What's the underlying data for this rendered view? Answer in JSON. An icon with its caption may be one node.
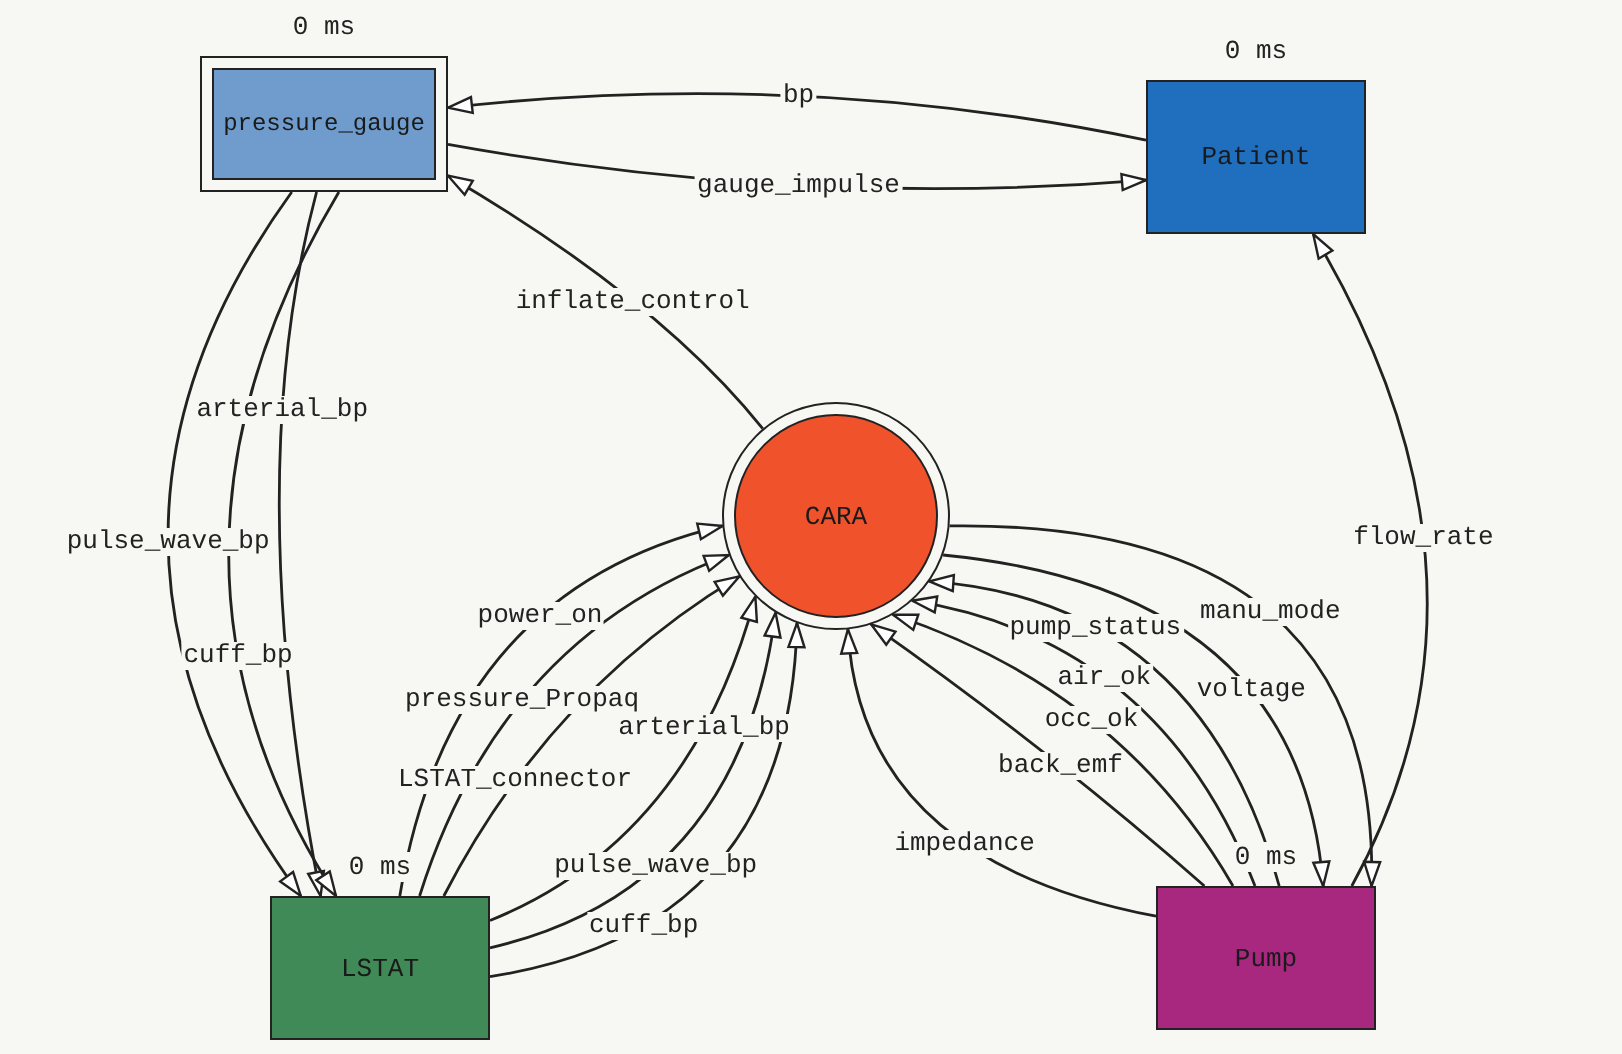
{
  "diagram": {
    "nodes": [
      {
        "text": [
          "pressure_gauge"
        ],
        "beside": [
          "0 ms"
        ]
      },
      {
        "text": [
          "Patient"
        ],
        "beside": [
          "0 ms"
        ]
      },
      {
        "text": [
          "CARA"
        ]
      },
      {
        "text": [
          "LSTAT"
        ],
        "beside": [
          "0 ms"
        ]
      },
      {
        "text": [
          "Pump"
        ],
        "beside": [
          "0 ms"
        ]
      }
    ],
    "edges": [
      {
        "from": 1,
        "to": 0,
        "arrow": "to",
        "label": "bp"
      },
      {
        "from": 0,
        "to": 1,
        "arrow": "to",
        "label": "gauge_impulse"
      },
      {
        "from": 2,
        "to": 0,
        "arrow": "to",
        "label": "inflate_control"
      },
      {
        "from": 4,
        "to": 1,
        "arrow": "to",
        "label": "flow_rate"
      },
      {
        "from": 0,
        "to": 3,
        "arrow": "to",
        "label": "arterial_bp"
      },
      {
        "from": 0,
        "to": 3,
        "arrow": "to",
        "label": "pulse_wave_bp"
      },
      {
        "from": 0,
        "to": 3,
        "arrow": "to",
        "label": "cuff_bp"
      },
      {
        "from": 3,
        "to": 2,
        "arrow": "to",
        "label": "power_on"
      },
      {
        "from": 3,
        "to": 2,
        "arrow": "to",
        "label": "pressure_Propaq"
      },
      {
        "from": 3,
        "to": 2,
        "arrow": "to",
        "label": "LSTAT_connector"
      },
      {
        "from": 3,
        "to": 2,
        "arrow": "to",
        "label": "arterial_bp"
      },
      {
        "from": 3,
        "to": 2,
        "arrow": "to",
        "label": "pulse_wave_bp"
      },
      {
        "from": 3,
        "to": 2,
        "arrow": "to",
        "label": "cuff_bp"
      },
      {
        "from": 4,
        "to": 2,
        "arrow": "to",
        "label": "pump_status"
      },
      {
        "from": 4,
        "to": 2,
        "arrow": "to",
        "label": "air_ok"
      },
      {
        "from": 4,
        "to": 2,
        "arrow": "to",
        "label": "occ_ok"
      },
      {
        "from": 4,
        "to": 2,
        "arrow": "to",
        "label": "back_emf"
      },
      {
        "from": 4,
        "to": 2,
        "arrow": "to",
        "label": "impedance"
      },
      {
        "from": 2,
        "to": 4,
        "arrow": "to",
        "label": "manu_mode"
      },
      {
        "from": 2,
        "to": 4,
        "arrow": "to",
        "label": "voltage"
      }
    ]
  }
}
